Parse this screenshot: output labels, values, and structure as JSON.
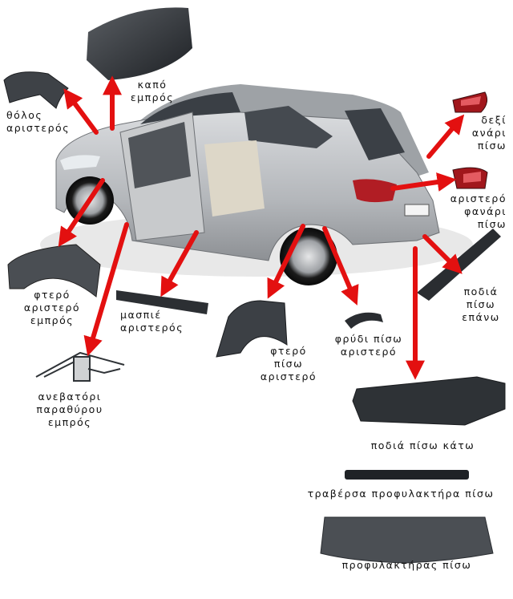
{
  "labels": {
    "hood": [
      "καπό",
      "εμπρός"
    ],
    "fender_liner": [
      "θόλος",
      "αριστερός"
    ],
    "right_tail_light": [
      "δεξί",
      "ανάρι",
      "πίσω"
    ],
    "left_tail_light": [
      "αριστερό",
      "φανάρι",
      "πίσω"
    ],
    "front_fender": [
      "φτερό",
      "αριστερό",
      "εμπρός"
    ],
    "side_sill": [
      "μασπιέ",
      "αριστερός"
    ],
    "rear_panel_upper": [
      "ποδιά",
      "πίσω",
      "επάνω"
    ],
    "rear_fender": [
      "φτερό",
      "πίσω",
      "αριστερό"
    ],
    "rear_arch": [
      "φρύδι πίσω",
      "αριστερό"
    ],
    "window_regulator": [
      "ανεβατόρι",
      "παραθύρου",
      "εμπρός"
    ],
    "rear_panel_lower": [
      "ποδιά πίσω κάτω"
    ],
    "bumper_reinforcement": [
      "τραβέρσα προφυλακτήρα πίσω"
    ],
    "rear_bumper": [
      "προφυλακτήρας πίσω"
    ]
  },
  "colors": {
    "arrow": "#e31010",
    "car_body": "#b9bcc0",
    "part_dark": "#2a2d31",
    "text": "#111111"
  }
}
